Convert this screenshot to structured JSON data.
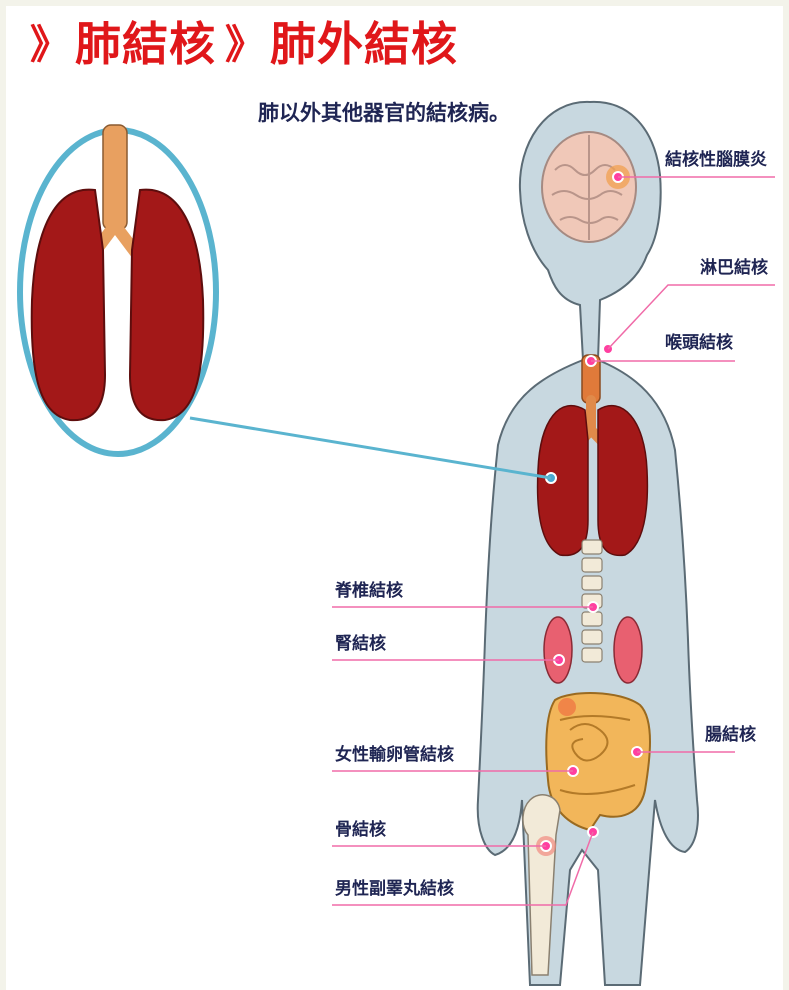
{
  "header": {
    "chevron": "》",
    "left_title": "肺結核",
    "right_title": "肺外結核"
  },
  "subtitle": "肺以外其他器官的結核病。",
  "labels": {
    "meningitis": "結核性腦膜炎",
    "lymph": "淋巴結核",
    "larynx": "喉頭結核",
    "spine": "脊椎結核",
    "kidney": "腎結核",
    "intestine": "腸結核",
    "fallopian": "女性輸卵管結核",
    "bone": "骨結核",
    "epididymis": "男性副睪丸結核"
  },
  "colors": {
    "title_red": "#e0171a",
    "label_navy": "#1f2553",
    "leader_pink": "#f06ba8",
    "body_fill": "#c8d8e0",
    "lung_red": "#a31818",
    "connector_blue": "#5ab4cf"
  }
}
